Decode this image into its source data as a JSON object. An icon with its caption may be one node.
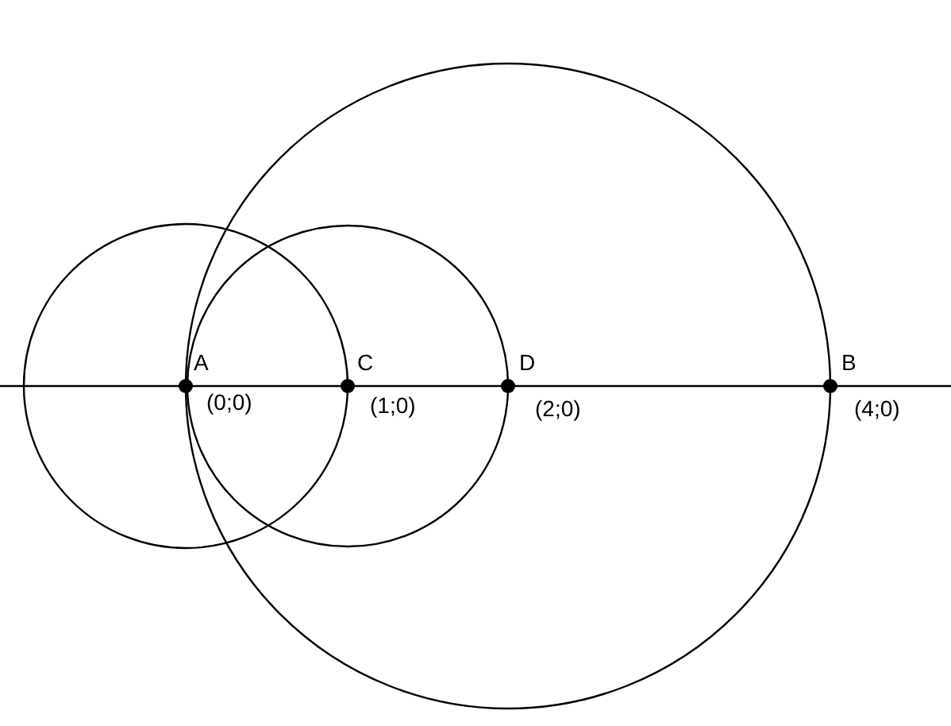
{
  "diagram": {
    "labels": [
      "A",
      "(0;0)",
      "C",
      "(1;0)",
      "D",
      "(2;0)",
      "B",
      "(4;0)"
    ]
  }
}
